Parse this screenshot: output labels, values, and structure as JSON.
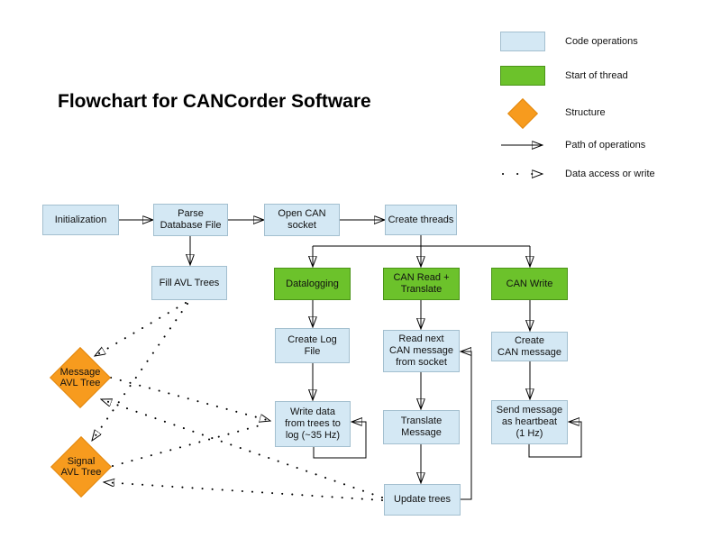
{
  "title": "Flowchart for CANCorder Software",
  "legend": {
    "items": [
      {
        "label": "Code operations",
        "swatch": "code-operations-box"
      },
      {
        "label": "Start of thread",
        "swatch": "start-of-thread-box"
      },
      {
        "label": "Structure",
        "swatch": "structure-diamond"
      },
      {
        "label": "Path of operations",
        "swatch": "solid-arrow"
      },
      {
        "label": "Data access or write",
        "swatch": "dotted-arrow"
      }
    ]
  },
  "colors": {
    "code_operation_fill": "#d4e8f4",
    "code_operation_border": "#a3bfcf",
    "thread_fill": "#6cc22b",
    "thread_border": "#4a9417",
    "structure_fill": "#f79b1e",
    "structure_border": "#e2880f",
    "line": "#000000",
    "background": "#ffffff"
  },
  "nodes": {
    "initialization": {
      "label": "Initialization",
      "type": "code"
    },
    "parse_database_file": {
      "label": "Parse\nDatabase File",
      "type": "code"
    },
    "open_can_socket": {
      "label": "Open CAN\nsocket",
      "type": "code"
    },
    "create_threads": {
      "label": "Create threads",
      "type": "code"
    },
    "fill_avl_trees": {
      "label": "Fill AVL Trees",
      "type": "code"
    },
    "datalogging": {
      "label": "Datalogging",
      "type": "thread"
    },
    "can_read_translate": {
      "label": "CAN Read +\nTranslate",
      "type": "thread"
    },
    "can_write": {
      "label": "CAN Write",
      "type": "thread"
    },
    "create_log_file": {
      "label": "Create Log\nFile",
      "type": "code"
    },
    "read_next_can_message": {
      "label": "Read next\nCAN message\nfrom socket",
      "type": "code"
    },
    "create_can_message": {
      "label": "Create\nCAN message",
      "type": "code"
    },
    "write_data_to_log": {
      "label": "Write data\nfrom trees to\nlog (~35 Hz)",
      "type": "code"
    },
    "translate_message": {
      "label": "Translate\nMessage",
      "type": "code"
    },
    "send_heartbeat": {
      "label": "Send message\nas heartbeat\n(1 Hz)",
      "type": "code"
    },
    "update_trees": {
      "label": "Update trees",
      "type": "code"
    },
    "message_avl_tree": {
      "label": "Message\nAVL Tree",
      "type": "structure"
    },
    "signal_avl_tree": {
      "label": "Signal\nAVL Tree",
      "type": "structure"
    }
  },
  "edges": [
    {
      "from": "initialization",
      "to": "parse_database_file",
      "style": "solid"
    },
    {
      "from": "parse_database_file",
      "to": "open_can_socket",
      "style": "solid"
    },
    {
      "from": "open_can_socket",
      "to": "create_threads",
      "style": "solid"
    },
    {
      "from": "parse_database_file",
      "to": "fill_avl_trees",
      "style": "solid"
    },
    {
      "from": "create_threads",
      "to": "datalogging",
      "style": "solid"
    },
    {
      "from": "create_threads",
      "to": "can_read_translate",
      "style": "solid"
    },
    {
      "from": "create_threads",
      "to": "can_write",
      "style": "solid"
    },
    {
      "from": "datalogging",
      "to": "create_log_file",
      "style": "solid"
    },
    {
      "from": "create_log_file",
      "to": "write_data_to_log",
      "style": "solid"
    },
    {
      "from": "write_data_to_log",
      "to": "write_data_to_log",
      "style": "solid"
    },
    {
      "from": "can_read_translate",
      "to": "read_next_can_message",
      "style": "solid"
    },
    {
      "from": "read_next_can_message",
      "to": "translate_message",
      "style": "solid"
    },
    {
      "from": "translate_message",
      "to": "update_trees",
      "style": "solid"
    },
    {
      "from": "update_trees",
      "to": "read_next_can_message",
      "style": "solid"
    },
    {
      "from": "can_write",
      "to": "create_can_message",
      "style": "solid"
    },
    {
      "from": "create_can_message",
      "to": "send_heartbeat",
      "style": "solid"
    },
    {
      "from": "send_heartbeat",
      "to": "send_heartbeat",
      "style": "solid"
    },
    {
      "from": "fill_avl_trees",
      "to": "message_avl_tree",
      "style": "dotted"
    },
    {
      "from": "fill_avl_trees",
      "to": "signal_avl_tree",
      "style": "dotted"
    },
    {
      "from": "message_avl_tree",
      "to": "write_data_to_log",
      "style": "dotted"
    },
    {
      "from": "signal_avl_tree",
      "to": "write_data_to_log",
      "style": "dotted"
    },
    {
      "from": "update_trees",
      "to": "message_avl_tree",
      "style": "dotted"
    },
    {
      "from": "update_trees",
      "to": "signal_avl_tree",
      "style": "dotted"
    }
  ]
}
